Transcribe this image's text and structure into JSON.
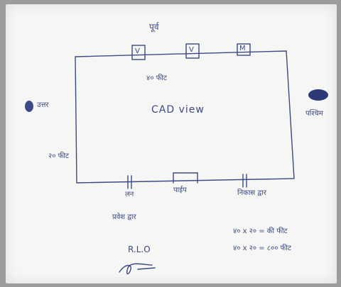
{
  "sketch": {
    "north": "पूर्व",
    "west": "उत्तर",
    "east": "पश्चिम",
    "top_width": "४० फीट",
    "left_depth": "२० फीट",
    "center": "CAD view",
    "window_marks": [
      "V",
      "V",
      "M"
    ],
    "bottom_labels": [
      "लन",
      "पाईप",
      "निकास द्वार"
    ],
    "entry": "प्रवेश द्वार",
    "code": "R.L.O",
    "calc_line1": "४० x २० = की फीट",
    "calc_line2": "४० x २० = ८०० फीट",
    "ink_color": "#3b4a86"
  }
}
